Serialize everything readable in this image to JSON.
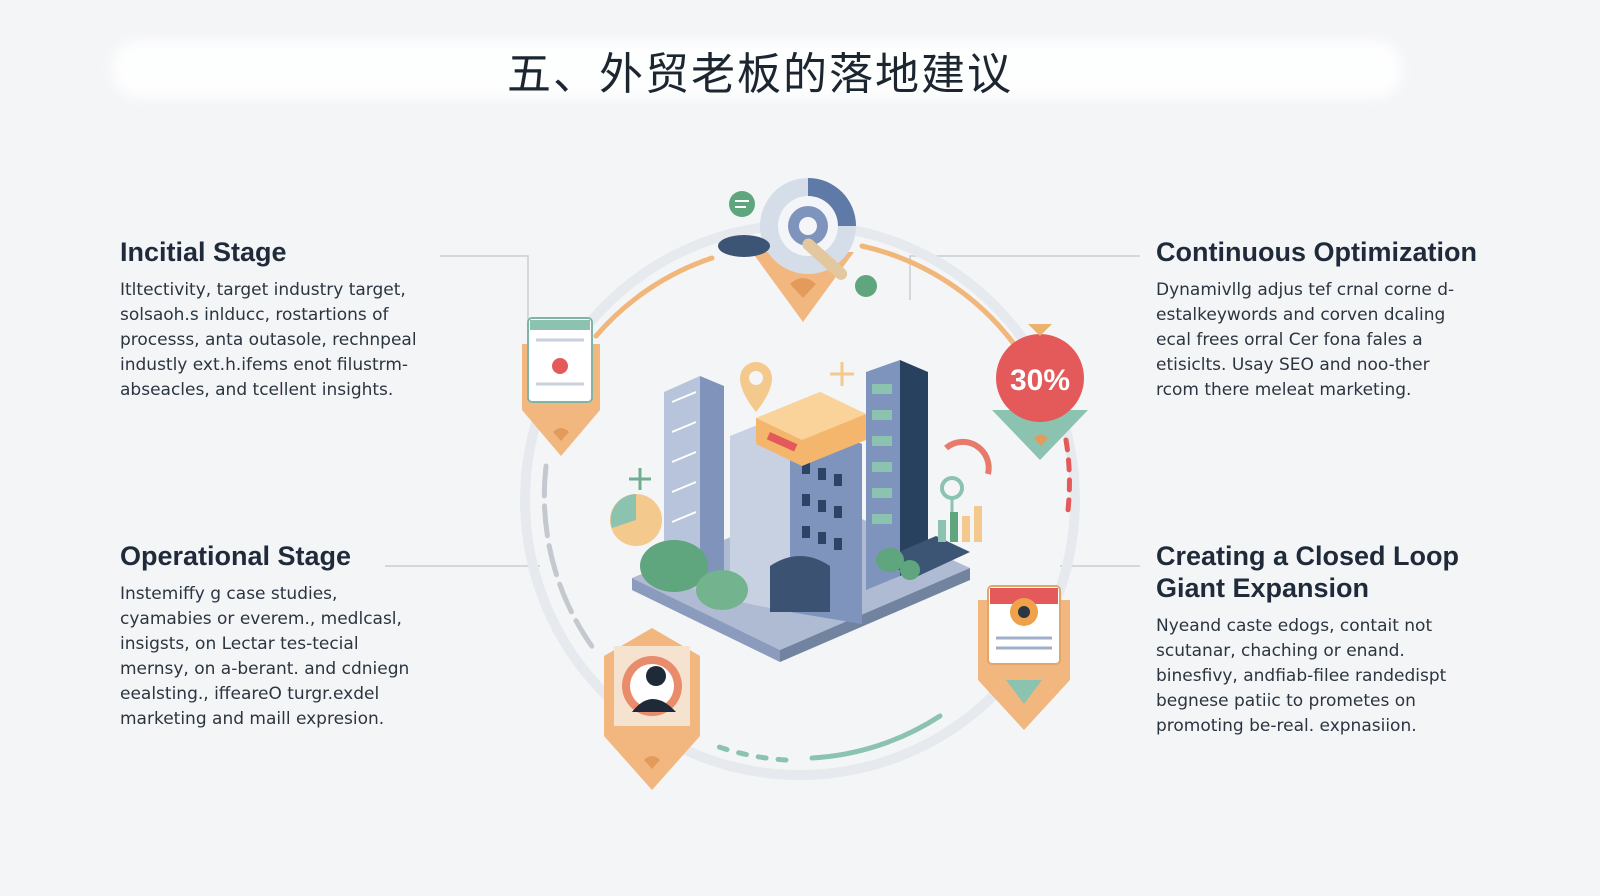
{
  "header": {
    "title": "五、外贸老板的落地建议"
  },
  "stages": {
    "initial": {
      "title": "Incitial Stage",
      "lines": [
        "Itltectivity, target industry target,",
        "solsaoh.s inlducc, rostartions of",
        "processs, anta outasole, rechnpeal",
        "industly ext.h.ifems enot filustrm-",
        "abseacles, and tcellent insights."
      ]
    },
    "operational": {
      "title": "Operational Stage",
      "lines": [
        "Instemiffy g case studies,",
        "cyamabies or everem., medlcasl,",
        "insigsts, on Lectar tes-tecial",
        "mernsy, on a-berant. and cdniegn",
        "eealsting., iffeareO turgr.exdel",
        "marketing and maill expresion."
      ]
    },
    "continuous": {
      "title": "Continuous Optimization",
      "lines": [
        "Dynamivllg adjus tef crnal corne d-",
        "estalkeywords and corven dcaling",
        "ecal frees orral Cer fona fales a",
        "etisiclts. Usay SEO and noo-ther",
        "rcom there meleat marketing."
      ]
    },
    "closed": {
      "title_line1": "Creating a Closed Loop",
      "title_line2": "Giant Expansion",
      "lines": [
        "Nyeand caste edogs, contait not",
        "scutanar, chaching or enand.",
        "binesfivy, andfiab-filee randedispt",
        "begnese patiic to prometes on",
        "promoting be-real. expnasiion."
      ]
    }
  },
  "badge": {
    "text": "30%"
  },
  "colors": {
    "background": "#f4f5f7",
    "orange": "#f0b67a",
    "slate_blue": "#7f94bd",
    "teal": "#8cc3b0",
    "red": "#e45a5a",
    "green": "#5fa57d",
    "navy": "#27415f"
  }
}
